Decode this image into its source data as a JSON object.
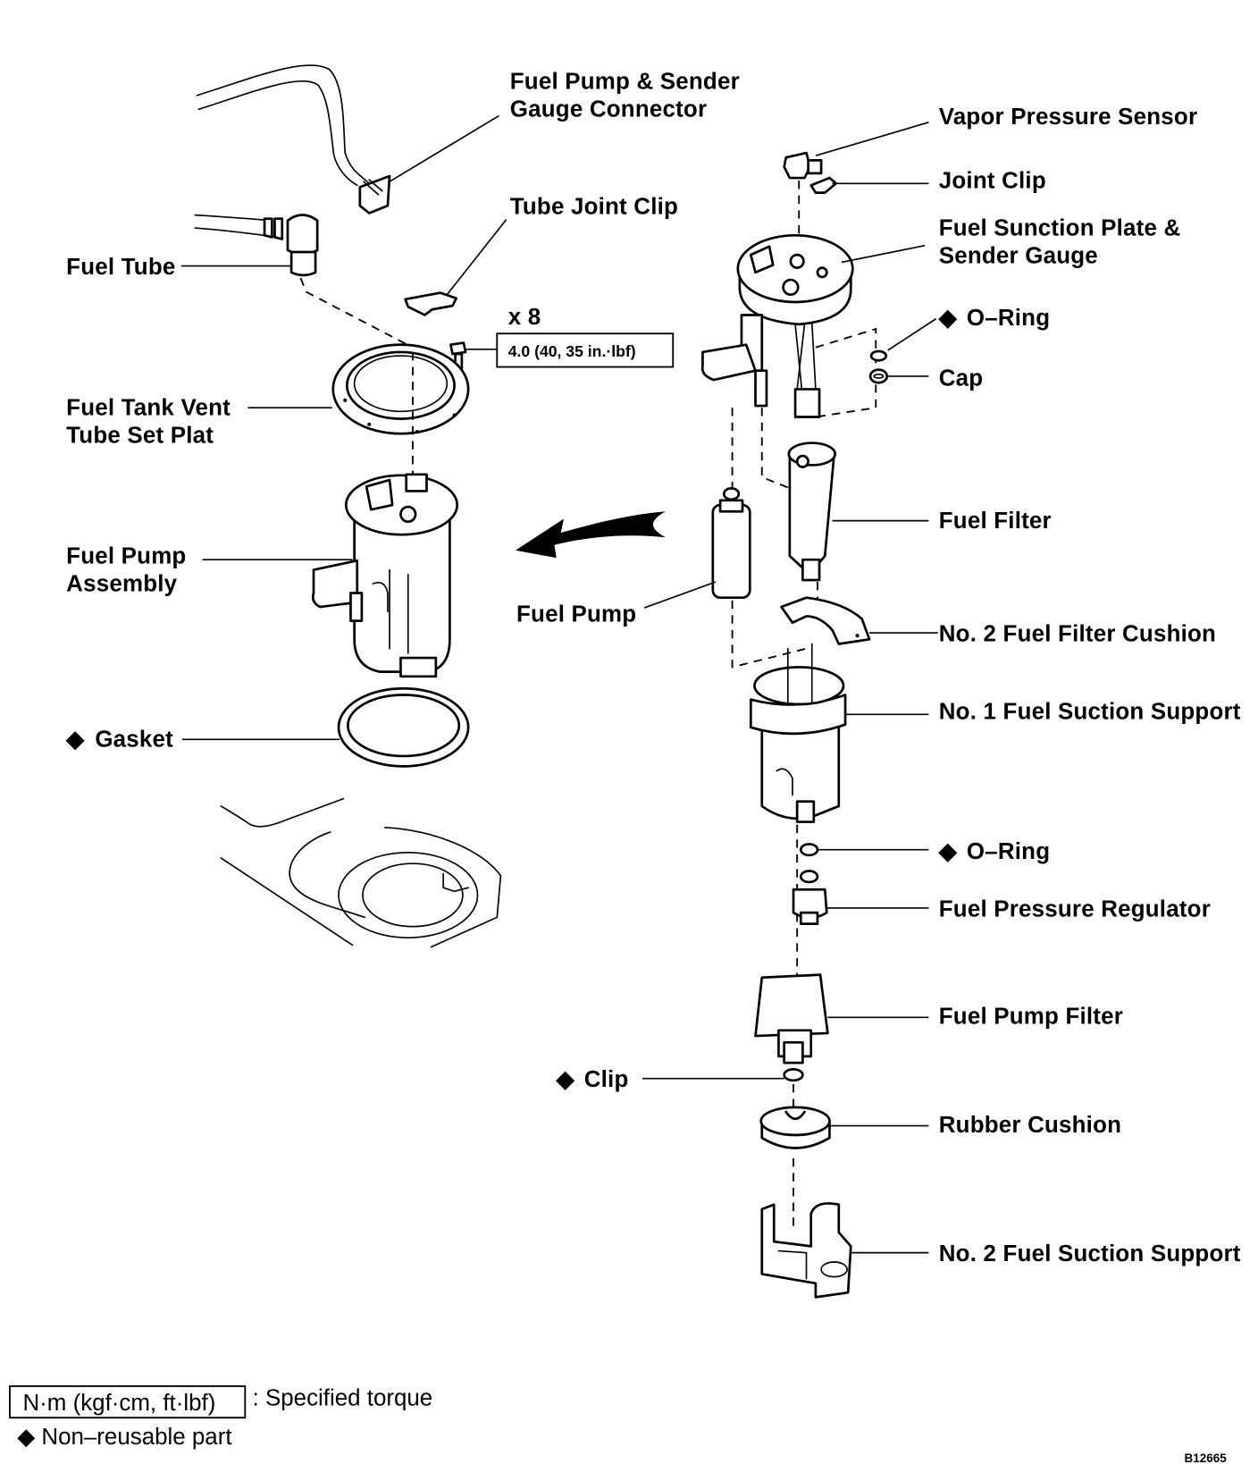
{
  "diagram": {
    "title": "Fuel Pump Assembly Components",
    "figure_code": "B12665",
    "torque_spec": {
      "quantity": "x 8",
      "value": "4.0 (40, 35 in.·lbf)"
    },
    "labels": {
      "fuel_pump_sender_connector_line1": "Fuel Pump & Sender",
      "fuel_pump_sender_connector_line2": "Gauge Connector",
      "tube_joint_clip": "Tube Joint Clip",
      "fuel_tube": "Fuel Tube",
      "fuel_tank_vent_line1": "Fuel Tank Vent",
      "fuel_tank_vent_line2": "Tube Set Plat",
      "fuel_pump_assembly_line1": "Fuel Pump",
      "fuel_pump_assembly_line2": "Assembly",
      "gasket": "Gasket",
      "vapor_pressure_sensor": "Vapor Pressure Sensor",
      "joint_clip": "Joint Clip",
      "suction_plate_line1": "Fuel Sunction Plate &",
      "suction_plate_line2": "Sender Gauge",
      "o_ring_upper": "O–Ring",
      "cap": "Cap",
      "fuel_filter": "Fuel Filter",
      "fuel_pump": "Fuel Pump",
      "no2_fuel_filter_cushion": "No. 2 Fuel Filter Cushion",
      "no1_fuel_suction_support": "No. 1 Fuel Suction Support",
      "o_ring_lower": "O–Ring",
      "fuel_pressure_regulator": "Fuel Pressure Regulator",
      "fuel_pump_filter": "Fuel Pump Filter",
      "clip": "Clip",
      "rubber_cushion": "Rubber Cushion",
      "no2_fuel_suction_support": "No. 2 Fuel Suction Support"
    },
    "non_reusable_marker": "◆",
    "legend": {
      "torque_units": "N·m (kgf·cm, ft·lbf)",
      "torque_desc": ": Specified torque",
      "non_reusable": "◆ Non–reusable part"
    }
  }
}
